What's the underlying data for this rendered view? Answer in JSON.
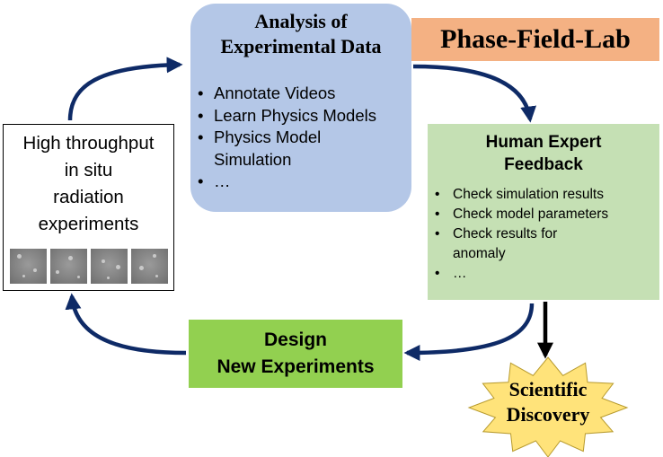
{
  "analysis": {
    "title_line1": "Analysis of",
    "title_line2": "Experimental Data",
    "items": [
      "Annotate Videos",
      "Learn Physics Models",
      "Physics Model",
      "Simulation",
      "…"
    ]
  },
  "lab": {
    "label": "Phase-Field-Lab"
  },
  "expert": {
    "title_line1": "Human Expert",
    "title_line2": "Feedback",
    "items": [
      "Check simulation results",
      "Check model parameters",
      "Check results for",
      "anomaly",
      "…"
    ]
  },
  "experiments": {
    "line1": "High throughput",
    "line2": "in situ",
    "line3": "radiation",
    "line4": "experiments"
  },
  "design": {
    "line1": "Design",
    "line2": "New Experiments"
  },
  "discovery": {
    "line1": "Scientific",
    "line2": "Discovery"
  },
  "colors": {
    "analysis": "#b4c7e7",
    "lab": "#f4b183",
    "expert": "#c5e0b4",
    "design": "#92d050",
    "discovery": "#ffe37a",
    "arrow": "#0e2a66"
  }
}
